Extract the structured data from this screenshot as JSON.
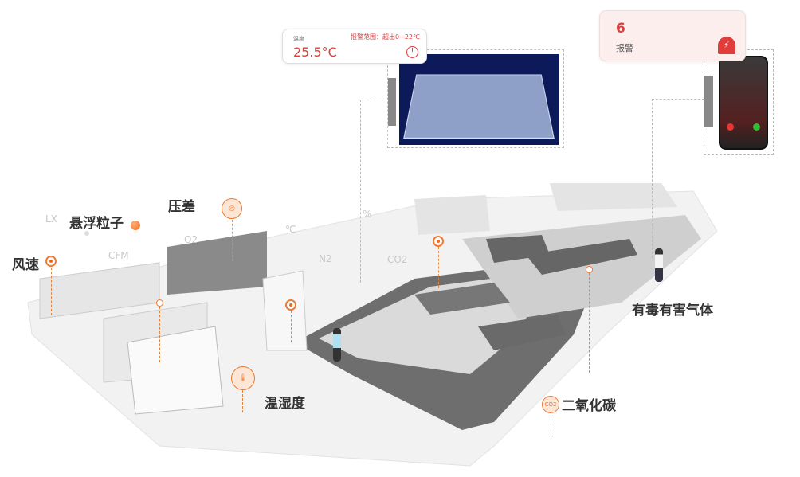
{
  "temp_card": {
    "label": "温度",
    "value": "25.5°C",
    "alarm_range": "报警范围：超出0~22℃",
    "icon": "alert-circle-icon"
  },
  "alarm_card": {
    "count": "6",
    "label": "报警",
    "icon": "siren-icon"
  },
  "sensors": {
    "wind_speed": "风速",
    "particles": "悬浮粒子",
    "pressure_diff": "压差",
    "temp_humidity": "温湿度",
    "toxic_gas": "有毒有害气体",
    "co2": "二氧化碳"
  },
  "faint_units": {
    "lx": "LX",
    "o2": "O2",
    "cfm": "CFM",
    "celsius": "℃",
    "n2": "N2",
    "co2": "CO2",
    "percent": "%"
  },
  "co2_badge": "CO2",
  "colors": {
    "accent": "#ef6a1a",
    "alert": "#e03c3c"
  }
}
